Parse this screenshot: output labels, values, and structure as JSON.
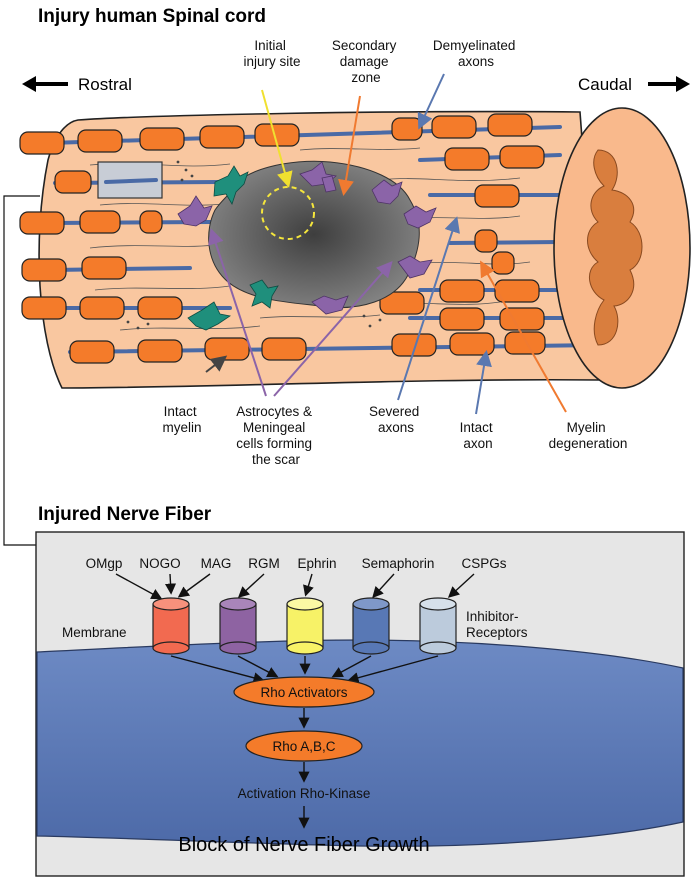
{
  "top": {
    "title": "Injury human Spinal cord",
    "rostral": "Rostral",
    "caudal": "Caudal",
    "labels": {
      "initial_injury_site": [
        "Initial",
        "injury site"
      ],
      "secondary_damage_zone": [
        "Secondary",
        "damage",
        "zone"
      ],
      "demyelinated_axons": [
        "Demyelinated",
        "axons"
      ],
      "intact_myelin": [
        "Intact",
        "myelin"
      ],
      "astrocytes": [
        "Astrocytes &",
        "Meningeal",
        "cells forming",
        "the scar"
      ],
      "severed_axons": [
        "Severed",
        "axons"
      ],
      "intact_axon": [
        "Intact",
        "axon"
      ],
      "myelin_degeneration": [
        "Myelin",
        "degeneration"
      ]
    }
  },
  "bottom": {
    "title": "Injured Nerve Fiber",
    "membrane": "Membrane",
    "inhibitor_receptors": [
      "Inhibitor-",
      "Receptors"
    ],
    "ligands": [
      "OMgp",
      "NOGO",
      "MAG",
      "RGM",
      "Ephrin",
      "Semaphorin",
      "CSPGs"
    ],
    "rho_activators": "Rho Activators",
    "rho_abc": "Rho A,B,C",
    "activation": "Activation Rho-Kinase",
    "block": "Block of Nerve Fiber Growth",
    "receptor_colors": [
      "#f26a50",
      "#8e63a2",
      "#f7f267",
      "#5878b5",
      "#bccbdc"
    ],
    "colors": {
      "cord_fill": "#f9c7a0",
      "myelin": "#f47b2a",
      "axon": "#4a6aa6",
      "lesion": "#7c7c7c",
      "astrocyte_green": "#1f8f7c",
      "astrocyte_purple": "#8b64a8",
      "fiber_blue": "#5878b5",
      "panel_gray": "#e6e6e6",
      "oval_orange": "#f47b2a"
    }
  }
}
